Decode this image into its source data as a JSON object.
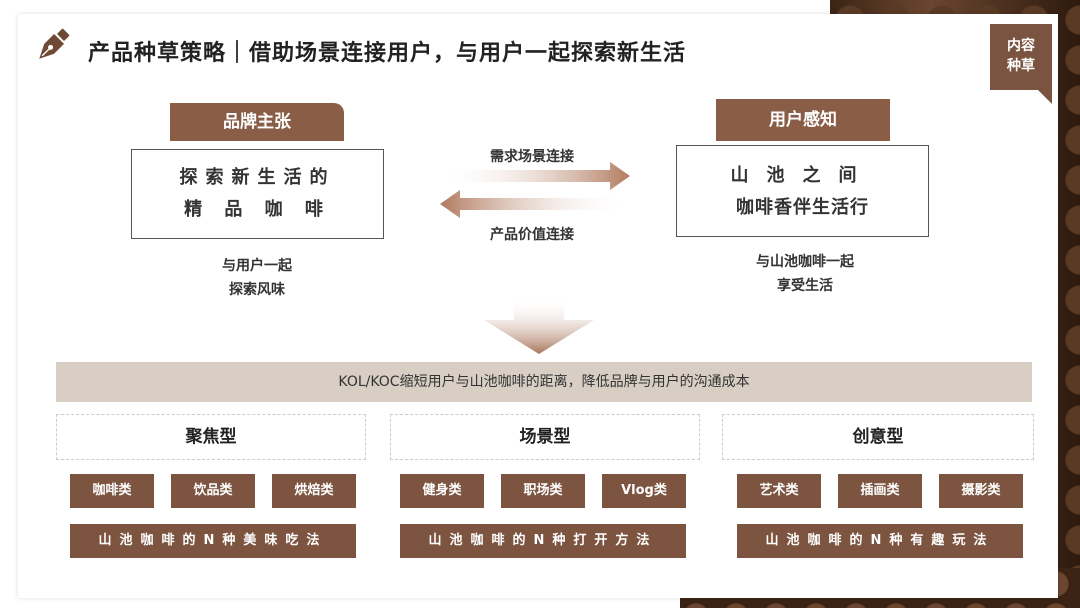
{
  "header": {
    "title": "产品种草策略｜借助场景连接用户，与用户一起探索新生活"
  },
  "corner_tag": {
    "line1": "内容",
    "line2": "种草"
  },
  "brand": {
    "tag": "品牌主张",
    "line1": "探索新生活的",
    "line2": "精 品 咖 啡",
    "sub1": "与用户一起",
    "sub2": "探索风味"
  },
  "user": {
    "tag": "用户感知",
    "line1": "山池之间",
    "line2": "咖啡香伴生活行",
    "sub1": "与山池咖啡一起",
    "sub2": "享受生活"
  },
  "arrows": {
    "top_label": "需求场景连接",
    "bottom_label": "产品价值连接"
  },
  "banner": "KOL/KOC缩短用户与山池咖啡的距离，降低品牌与用户的沟通成本",
  "categories": [
    {
      "title": "聚焦型",
      "items": [
        "咖啡类",
        "饮品类",
        "烘焙类"
      ],
      "bottom": "山池咖啡的N种美味吃法"
    },
    {
      "title": "场景型",
      "items": [
        "健身类",
        "职场类",
        "Vlog类"
      ],
      "bottom": "山池咖啡的N种打开方法"
    },
    {
      "title": "创意型",
      "items": [
        "艺术类",
        "插画类",
        "摄影类"
      ],
      "bottom": "山池咖啡的N种有趣玩法"
    }
  ],
  "colors": {
    "accent": "#7c5440",
    "banner": "#d8cec4",
    "arrow": "#b07a5e"
  },
  "icons": {
    "logo": "pen-nib-icon"
  }
}
